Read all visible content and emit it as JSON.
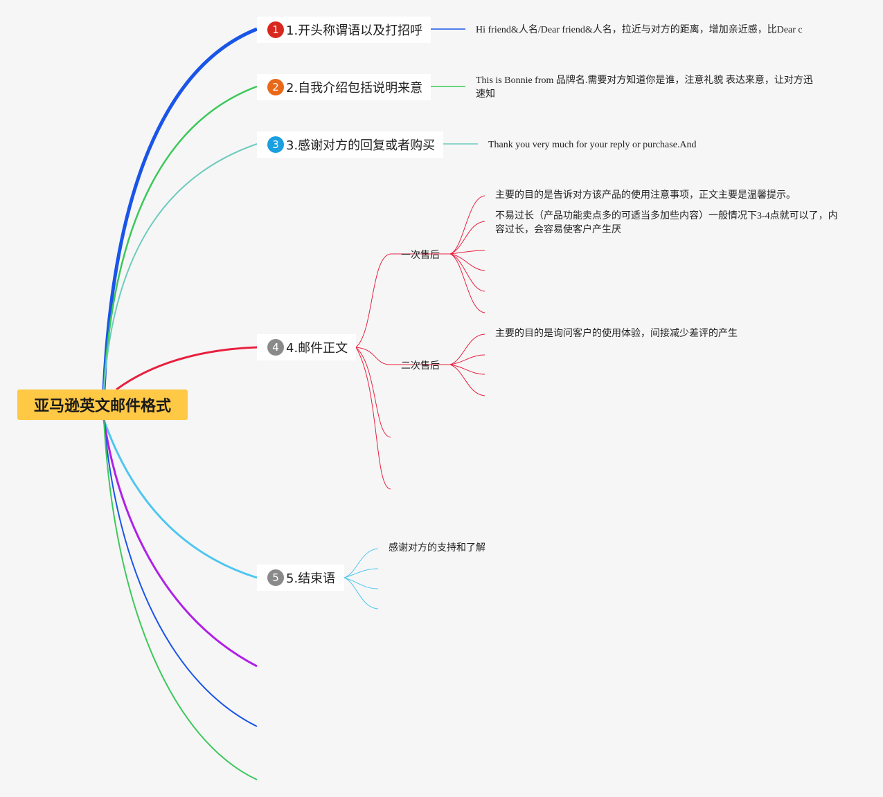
{
  "root": {
    "title": "亚马逊英文邮件格式"
  },
  "branches": [
    {
      "number": "1",
      "label": "1.开头称谓语以及打招呼",
      "color": "#1a55e8",
      "badge_color": "#d8281e",
      "note": "Hi friend&人名/Dear friend&人名，拉近与对方的距离，增加亲近感，比Dear c"
    },
    {
      "number": "2",
      "label": "2.自我介绍包括说明来意",
      "color": "#3cc85a",
      "badge_color": "#e8691a",
      "note": "This is Bonnie from 品牌名.需要对方知道你是谁，注意礼貌 表达来意，让对方迅速知"
    },
    {
      "number": "3",
      "label": "3.感谢对方的回复或者购买",
      "color": "#6ccbbd",
      "badge_color": "#1a9fe0",
      "note": "Thank you very much for your reply or purchase.And"
    },
    {
      "number": "4",
      "label": "4.邮件正文",
      "color": "#e8203f",
      "badge_color": "#8a8a8a",
      "children": [
        {
          "label": "一次售后",
          "notes": [
            "主要的目的是告诉对方该产品的使用注意事项，正文主要是温馨提示。",
            "不易过长（产品功能卖点多的可适当多加些内容）一般情况下3-4点就可以了，内容过长，会容易使客户产生厌"
          ]
        },
        {
          "label": "二次售后",
          "notes": [
            "主要的目的是询问客户的使用体验，间接减少差评的产生"
          ]
        }
      ]
    },
    {
      "number": "5",
      "label": "5.结束语",
      "color": "#4ec6f0",
      "badge_color": "#8a8a8a",
      "notes": [
        "感谢对方的支持和了解"
      ]
    }
  ],
  "extra_branch_colors": [
    "#b020e8",
    "#1a55e8",
    "#3cc85a"
  ]
}
